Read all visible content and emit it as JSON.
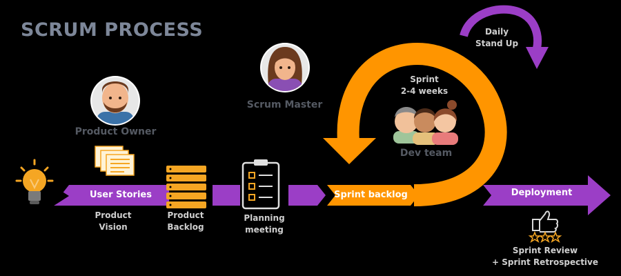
{
  "title": "SCRUM PROCESS",
  "roles": {
    "product_owner": "Product Owner",
    "scrum_master": "Scrum Master",
    "dev_team": "Dev team"
  },
  "flow": {
    "user_stories": "User Stories",
    "sprint_backlog": "Sprint backlog",
    "deployment": "Deployment"
  },
  "sprint": {
    "line1": "Sprint",
    "line2": "2-4 weeks"
  },
  "daily": {
    "line1": "Daily",
    "line2": "Stand Up"
  },
  "captions": {
    "product_vision": [
      "Product",
      "Vision"
    ],
    "product_backlog": [
      "Product",
      "Backlog"
    ],
    "planning_meeting": [
      "Planning",
      "meeting"
    ],
    "sprint_review": "Sprint Review",
    "sprint_retro": "+ Sprint Retrospective"
  },
  "icons": [
    "lightbulb-icon",
    "user-stories-docs-icon",
    "backlog-stack-icon",
    "clipboard-checklist-icon",
    "thumbs-up-icon",
    "star-icon"
  ],
  "colors": {
    "purple": "#9b3ec6",
    "orange": "#ff9500",
    "title_grey": "#7d8799",
    "role_grey": "#555a63",
    "icon_orange": "#f5a623"
  }
}
